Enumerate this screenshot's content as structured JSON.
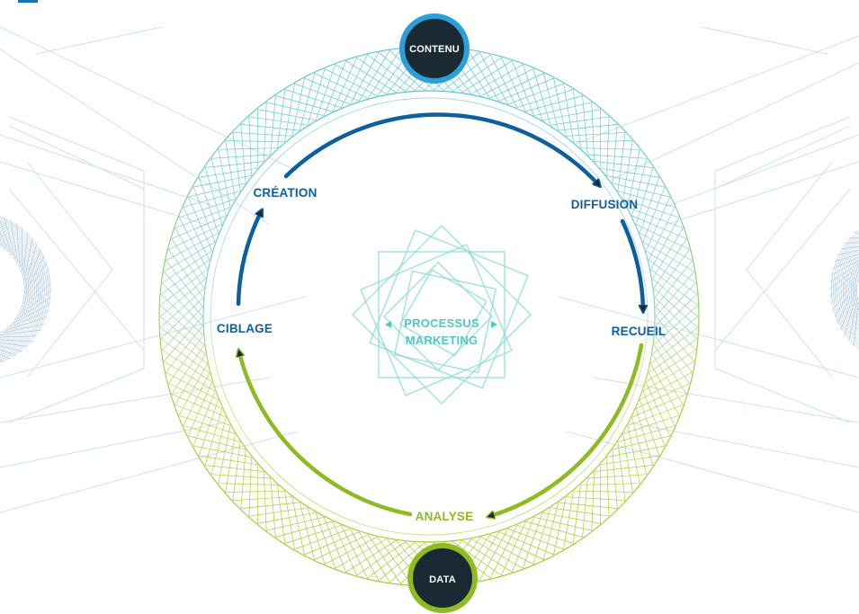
{
  "diagram": {
    "top_node": "CONTENU",
    "bottom_node": "DATA",
    "center_line1": "PROCESSUS",
    "center_line2": "MARKETING",
    "steps": {
      "creation": "CRÉATION",
      "diffusion": "DIFFUSION",
      "recueil": "RECUEIL",
      "analyse": "ANALYSE",
      "ciblage": "CIBLAGE"
    }
  },
  "colors": {
    "blue": "#0d5fa0",
    "green": "#8dbb22",
    "teal": "#4ec8c8",
    "node_dark": "#1a2a33"
  }
}
